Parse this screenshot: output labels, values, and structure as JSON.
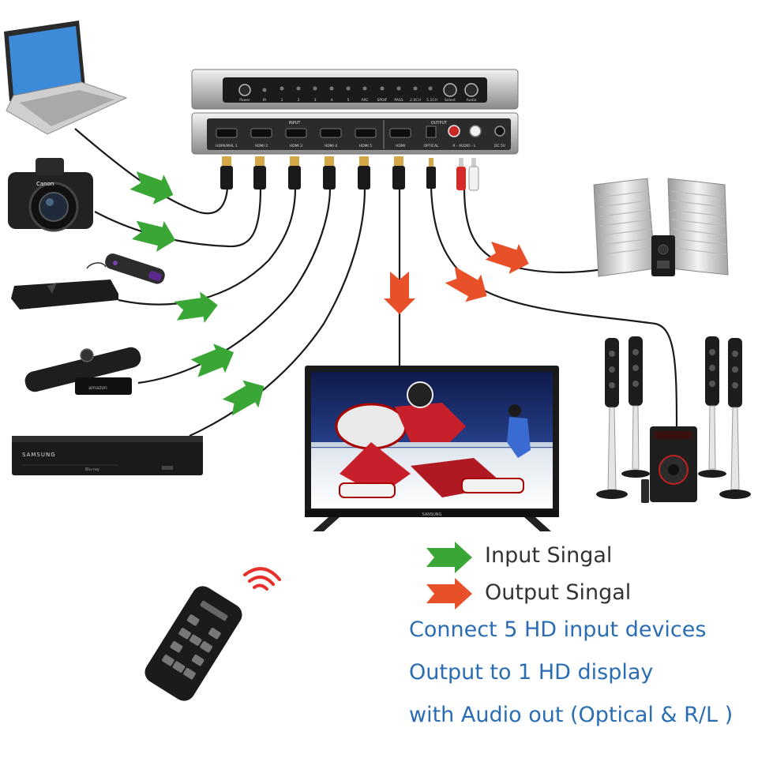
{
  "switch_panel": {
    "front_labels": [
      "Power",
      "IR",
      "1",
      "2",
      "3",
      "4",
      "5",
      "ARC",
      "SPDIF",
      "PASS",
      "2.0CH",
      "5.1CH",
      "Select",
      "Audio"
    ],
    "rear_section_input": "INPUT",
    "rear_section_output": "OUTPUT",
    "rear_port_labels": [
      "HDMI/MHL 1",
      "HDMI 2",
      "HDMI 3",
      "HDMI 4",
      "HDMI 5",
      "HDMI",
      "OPTICAL",
      "R - AUDIO - L",
      "DC 5V"
    ]
  },
  "device_brands": {
    "camera": "Canon",
    "fire_stick": "amazon",
    "bluray": "SAMSUNG",
    "bluray_sub": "Blu-ray",
    "tv": "SANSUNG"
  },
  "legend": {
    "input_label": "Input Singal",
    "output_label": "Output Singal"
  },
  "captions": [
    "Connect 5 HD input devices",
    "Output to 1 HD display",
    "with Audio out (Optical & R/L )"
  ],
  "colors": {
    "input_arrow": "#3aa635",
    "output_arrow": "#e8502a",
    "caption_text": "#2a6db3",
    "cable": "#1a1a1a",
    "switch_body": "#c9c9c9"
  }
}
